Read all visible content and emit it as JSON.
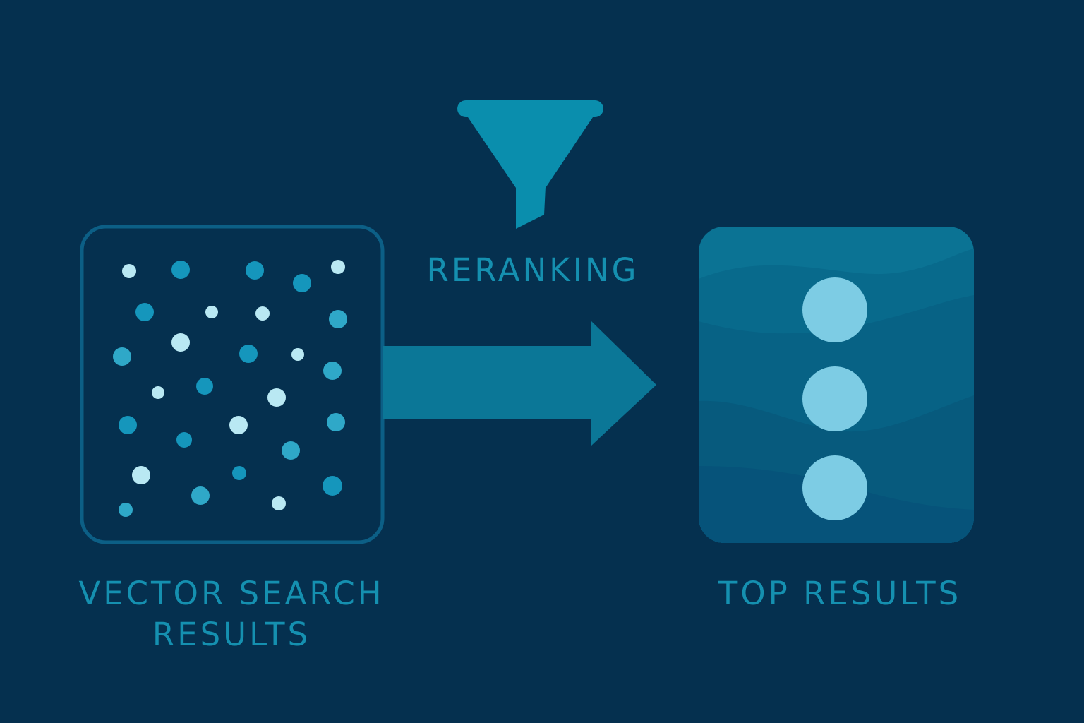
{
  "labels": {
    "reranking": "RERANKING",
    "vector_line1": "VECTOR SEARCH",
    "vector_line2": "RESULTS",
    "top_results": "TOP RESULTS"
  },
  "icons": {
    "funnel": "funnel-icon",
    "arrow": "arrow-right-icon",
    "points": "scattered-points-icon",
    "ranked": "ranked-results-icon"
  },
  "colors": {
    "background": "#05304F",
    "label_text": "#1590B0",
    "box_border": "#0C5F86",
    "funnel": "#0A8EAD",
    "arrow": "#0B7797",
    "dot_light": "#B9E8F3",
    "dot_mid": "#2FA8C8",
    "dot_dark": "#1596BC",
    "result_dot": "#7DCCE4"
  },
  "ranked_results": {
    "count": 3
  }
}
